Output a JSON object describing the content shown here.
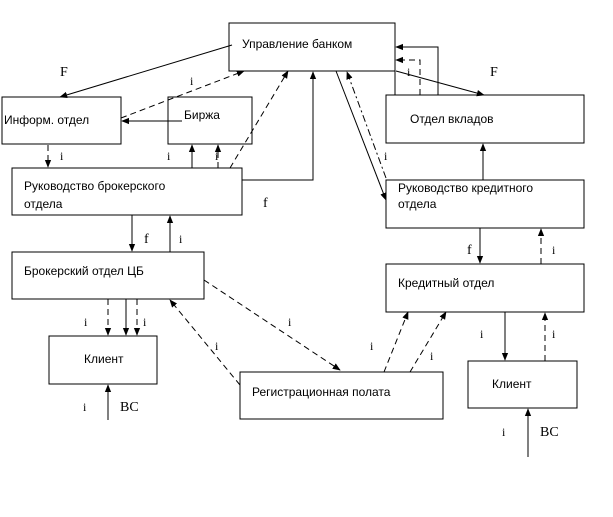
{
  "nodes": {
    "bank_management": "Управление банком",
    "info_dept": "Информ. отдел",
    "exchange": "Биржа",
    "deposit_dept": "Отдел вкладов",
    "broker_management": [
      "Руководство брокерского",
      "отдела"
    ],
    "credit_management": [
      "Руководство кредитного",
      "отдела"
    ],
    "broker_dept_cb": "Брокерский отдел ЦБ",
    "credit_dept": "Кредитный отдел",
    "client_left": "Клиент",
    "client_right": "Клиент",
    "registration": "Регистрационная полата"
  },
  "flow_labels": {
    "F": "F",
    "f": "f",
    "i": "i",
    "bc": "BC"
  }
}
